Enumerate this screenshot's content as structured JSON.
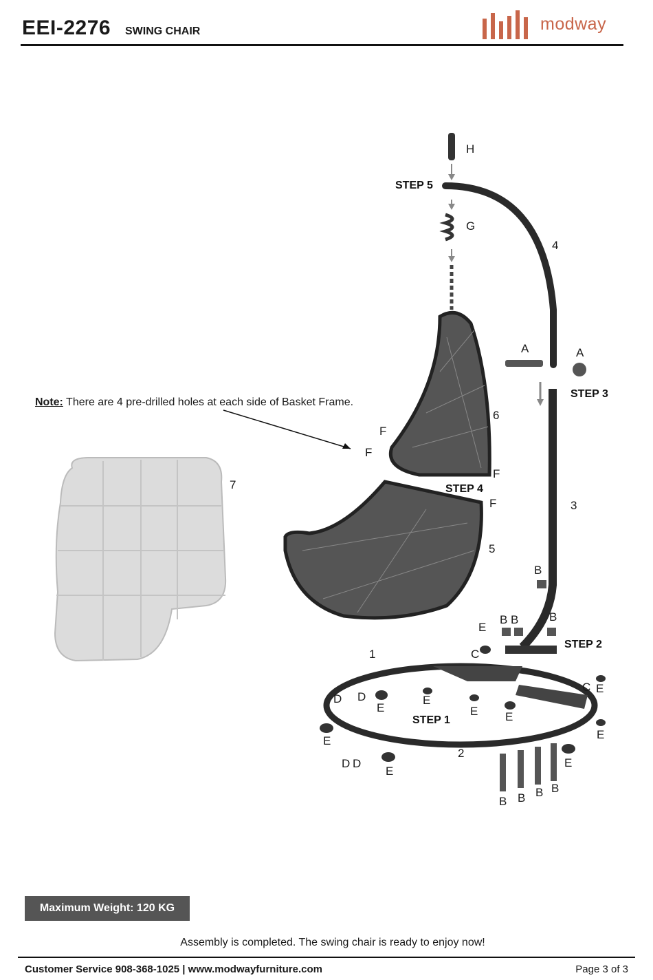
{
  "header": {
    "model": "EEI-2276",
    "product": "SWING CHAIR",
    "brand": "modway",
    "brand_color": "#c8664a"
  },
  "note": {
    "title": "Note:",
    "text": "There are 4 pre-drilled holes at each side of Basket Frame."
  },
  "steps": {
    "step1": "STEP 1",
    "step2": "STEP 2",
    "step3": "STEP 3",
    "step4": "STEP 4",
    "step5": "STEP 5"
  },
  "parts": {
    "p1": "1",
    "p2": "2",
    "p3": "3",
    "p4": "4",
    "p5": "5",
    "p6": "6",
    "p7": "7",
    "A": "A",
    "B": "B",
    "C": "C",
    "D": "D",
    "E": "E",
    "F": "F",
    "G": "G",
    "H": "H"
  },
  "max_weight": "Maximum Weight: 120 KG",
  "completed": "Assembly is completed. The swing chair is ready to enjoy now!",
  "footer": {
    "customer": "Customer Service 908-368-1025 | www.modwayfurniture.com",
    "page": "Page 3 of 3"
  }
}
